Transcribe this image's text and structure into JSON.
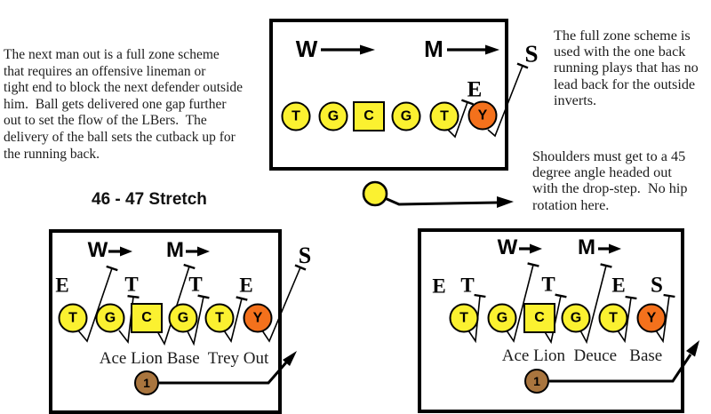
{
  "texts": {
    "intro": "The next man out is a full zone scheme\nthat requires an offensive lineman or\ntight end to block the next defender outside\nhim.  Ball gets delivered one gap further\nout to set the flow of the LBers.  The\ndelivery of the ball sets the cutback up for\nthe running back.",
    "zone_note": "The full zone scheme is\nused with the one back\nrunning plays that has no\nlead back for the outside\ninverts.",
    "shoulders_note": "Shoulders must get to a 45\ndegree angle headed out\nwith the drop-step.  No hip\nrotation here.",
    "heading": "46 - 47 Stretch"
  },
  "diagrams": {
    "top": {
      "linebackers": [
        "W",
        "M"
      ],
      "edge_defenders": [
        "E",
        "S"
      ],
      "linemen": [
        "T",
        "G",
        "C",
        "G",
        "T",
        "Y"
      ]
    },
    "bottom_left": {
      "linebackers": [
        "W",
        "M"
      ],
      "defenders": [
        "E",
        "T",
        "T",
        "E",
        "S"
      ],
      "linemen": [
        "T",
        "G",
        "C",
        "G",
        "T",
        "Y"
      ],
      "play_call": "Ace Lion Base  Trey Out",
      "ball_number": "1"
    },
    "bottom_right": {
      "linebackers": [
        "W",
        "M"
      ],
      "defenders": [
        "E",
        "T",
        "T",
        "E",
        "S"
      ],
      "linemen": [
        "T",
        "G",
        "C",
        "G",
        "T",
        "Y"
      ],
      "play_call": "Ace Lion  Deuce   Base",
      "ball_number": "1"
    }
  },
  "colors": {
    "lineman_yellow": "#fbf130",
    "tight_end_orange": "#f4711c",
    "ball_brown": "#a9753e",
    "line_black": "#000000",
    "background": "#ffffff"
  }
}
